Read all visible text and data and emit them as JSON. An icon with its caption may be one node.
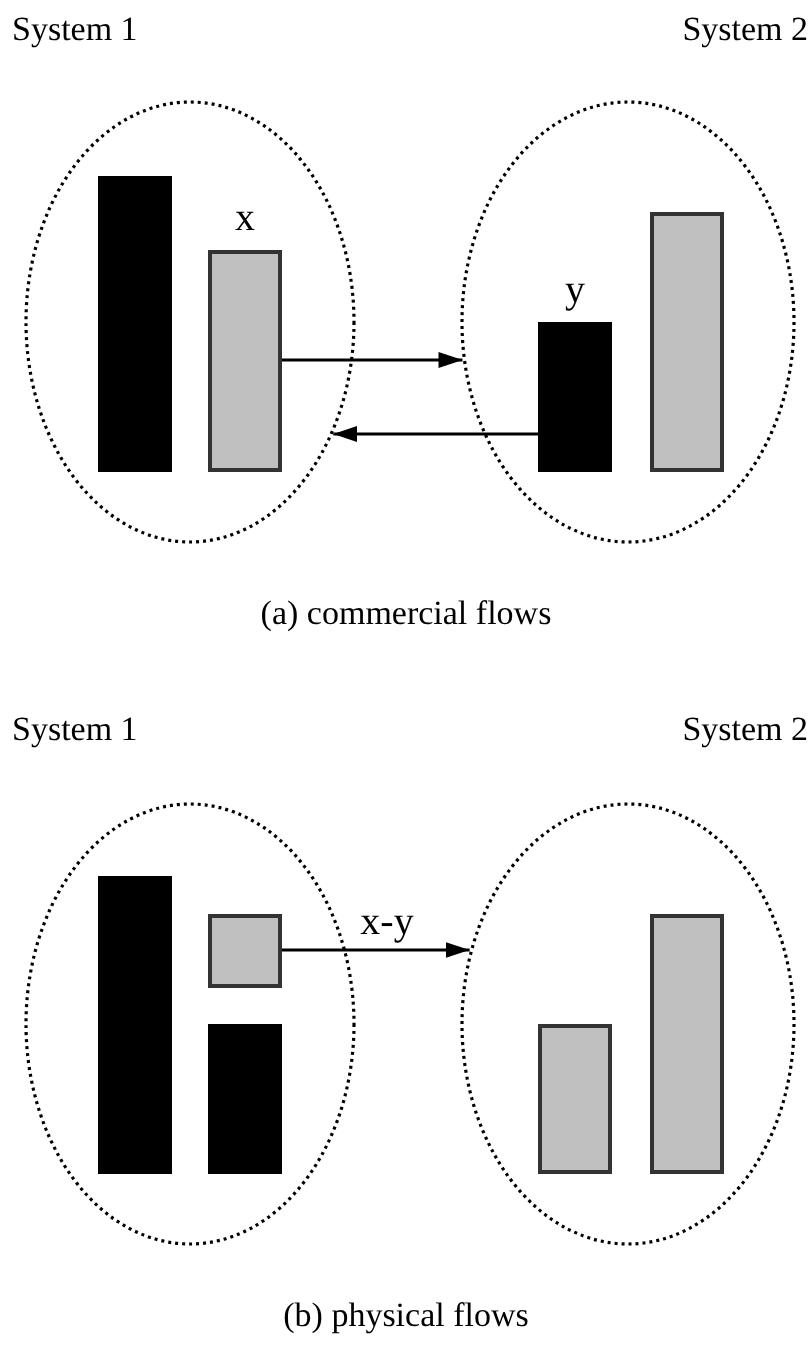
{
  "diagram": {
    "nodes": [
      {
        "text": [
          "System 1"
        ]
      },
      {
        "text": [],
        "shape": "bar",
        "in": 0
      },
      {
        "text": [],
        "shape": "bar",
        "in": 0,
        "beside": [
          "x"
        ]
      },
      {
        "text": [
          "System 2"
        ]
      },
      {
        "text": [],
        "shape": "bar",
        "in": 3,
        "beside": [
          "y"
        ]
      },
      {
        "text": [],
        "shape": "bar",
        "in": 3
      },
      {
        "text": [
          "System 1"
        ]
      },
      {
        "text": [],
        "shape": "bar",
        "in": 6
      },
      {
        "text": [],
        "shape": "bar",
        "in": 6
      },
      {
        "text": [],
        "shape": "bar",
        "in": 6
      },
      {
        "text": [
          "System 2"
        ]
      },
      {
        "text": [],
        "shape": "bar",
        "in": 10
      },
      {
        "text": [],
        "shape": "bar",
        "in": 10
      }
    ],
    "edges": [
      {
        "from": 2,
        "to": 3,
        "arrow": "to"
      },
      {
        "from": 4,
        "to": 0,
        "arrow": "to"
      },
      {
        "from": 8,
        "to": 10,
        "arrow": "to",
        "label": "x-y"
      }
    ],
    "labels": [
      "(a) commercial flows",
      "(b) physical flows"
    ]
  }
}
